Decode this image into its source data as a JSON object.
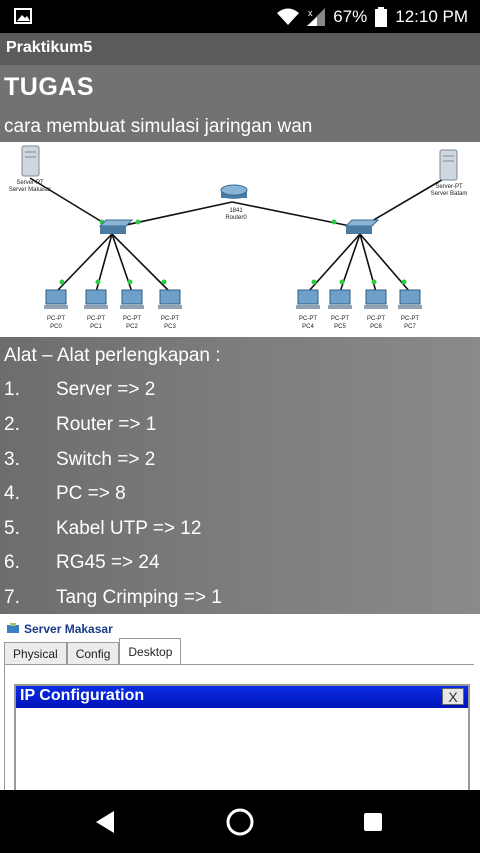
{
  "status_bar": {
    "battery": "67%",
    "time": "12:10 PM",
    "icons": [
      "image-notification-icon",
      "wifi-icon",
      "signal-icon",
      "battery-icon"
    ]
  },
  "app_bar": {
    "title": "Praktikum5"
  },
  "content": {
    "heading": "TUGAS",
    "subtitle": "cara membuat simulasi jaringan wan",
    "diagram": {
      "server_left": {
        "type": "Server-PT",
        "name": "Server Makasar"
      },
      "server_right": {
        "type": "Server-PT",
        "name": "Server Batam"
      },
      "router": {
        "model": "1841",
        "name": "Router0"
      },
      "pcs": [
        {
          "type": "PC-PT",
          "name": "PC0"
        },
        {
          "type": "PC-PT",
          "name": "PC1"
        },
        {
          "type": "PC-PT",
          "name": "PC2"
        },
        {
          "type": "PC-PT",
          "name": "PC3"
        },
        {
          "type": "PC-PT",
          "name": "PC4"
        },
        {
          "type": "PC-PT",
          "name": "PC5"
        },
        {
          "type": "PC-PT",
          "name": "PC6"
        },
        {
          "type": "PC-PT",
          "name": "PC7"
        }
      ]
    },
    "alat_heading": "Alat – Alat perlengkapan :",
    "alat_list": [
      {
        "num": "1.",
        "text": "Server  => 2"
      },
      {
        "num": "2.",
        "text": "Router => 1"
      },
      {
        "num": "3.",
        "text": "Switch => 2"
      },
      {
        "num": "4.",
        "text": "PC => 8"
      },
      {
        "num": "5.",
        "text": "Kabel UTP => 12"
      },
      {
        "num": "6.",
        "text": "RG45 => 24"
      },
      {
        "num": "7.",
        "text": "Tang Crimping => 1"
      }
    ],
    "window": {
      "title": "Server Makasar",
      "tabs": [
        "Physical",
        "Config",
        "Desktop"
      ],
      "active_tab": "Desktop",
      "panel_title": "IP Configuration",
      "close": "X"
    }
  },
  "nav_bar": {
    "icons": [
      "back-icon",
      "home-icon",
      "recents-icon"
    ]
  },
  "colors": {
    "panel_blue": "#0a2ee6",
    "link_green": "#2ecc40"
  }
}
